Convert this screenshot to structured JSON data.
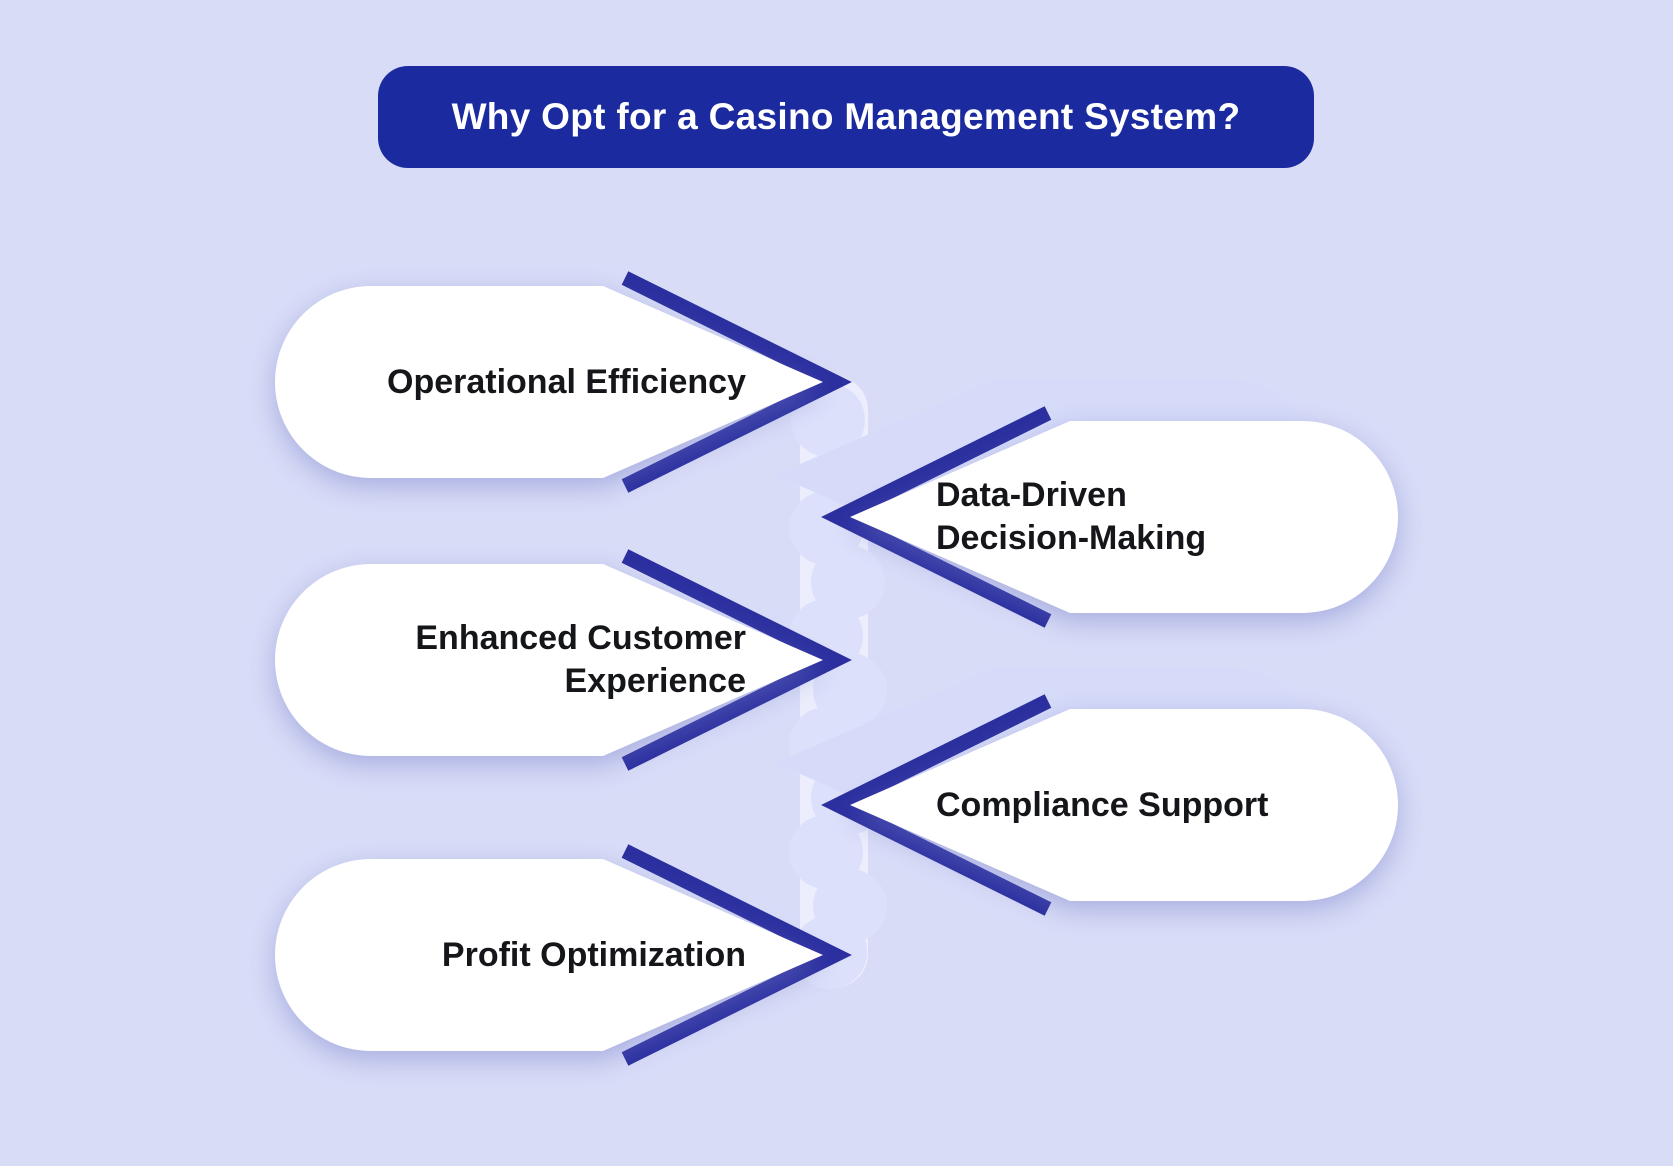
{
  "diagram": {
    "title": "Why Opt for a Casino Management System?",
    "items": [
      {
        "id": "operational-efficiency",
        "label": "Operational Efficiency",
        "side": "left"
      },
      {
        "id": "data-driven-decision-making",
        "label": "Data-Driven\nDecision-Making",
        "side": "right"
      },
      {
        "id": "enhanced-customer-experience",
        "label": "Enhanced Customer\nExperience",
        "side": "left"
      },
      {
        "id": "compliance-support",
        "label": "Compliance Support",
        "side": "right"
      },
      {
        "id": "profit-optimization",
        "label": "Profit Optimization",
        "side": "left"
      }
    ],
    "colors": {
      "background": "#d8dcf7",
      "title_banner": "#1b2a9e",
      "title_text": "#ffffff",
      "chevron_accent": "#2b2f9f",
      "callout_fill": "#ffffff",
      "callout_text": "#15161a",
      "connector_strip": "#eceefd",
      "connector_dots": "#dce0fa",
      "shadow_layer": "#d6dbf9"
    }
  }
}
